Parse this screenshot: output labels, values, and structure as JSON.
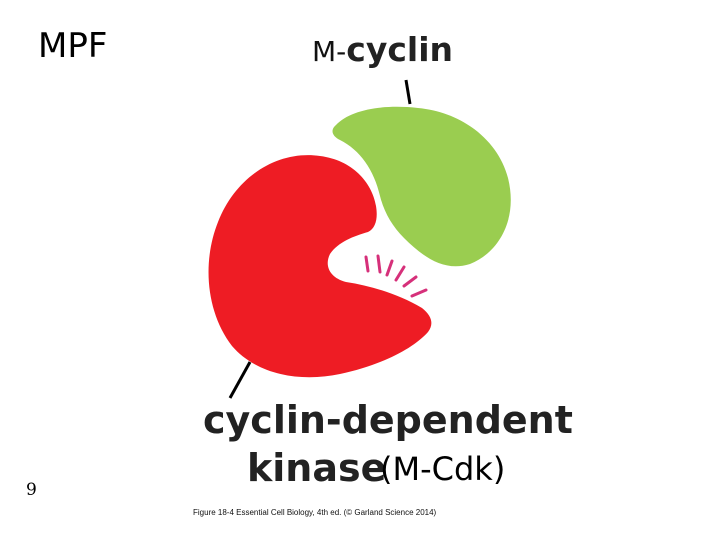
{
  "title": "MPF",
  "labels": {
    "m_cyclin_prefix": "M-",
    "m_cyclin": "cyclin",
    "cdk_line1": "cyclin-dependent",
    "cdk_line2": "kinase",
    "m_cdk": "(M-Cdk)"
  },
  "page_number": "9",
  "caption": "Figure 18-4  Essential Cell Biology, 4th ed. (© Garland Science 2014)",
  "colors": {
    "cyclin": "#9acd50",
    "kinase": "#ee1c24",
    "active_site_marks": "#d6307a"
  }
}
